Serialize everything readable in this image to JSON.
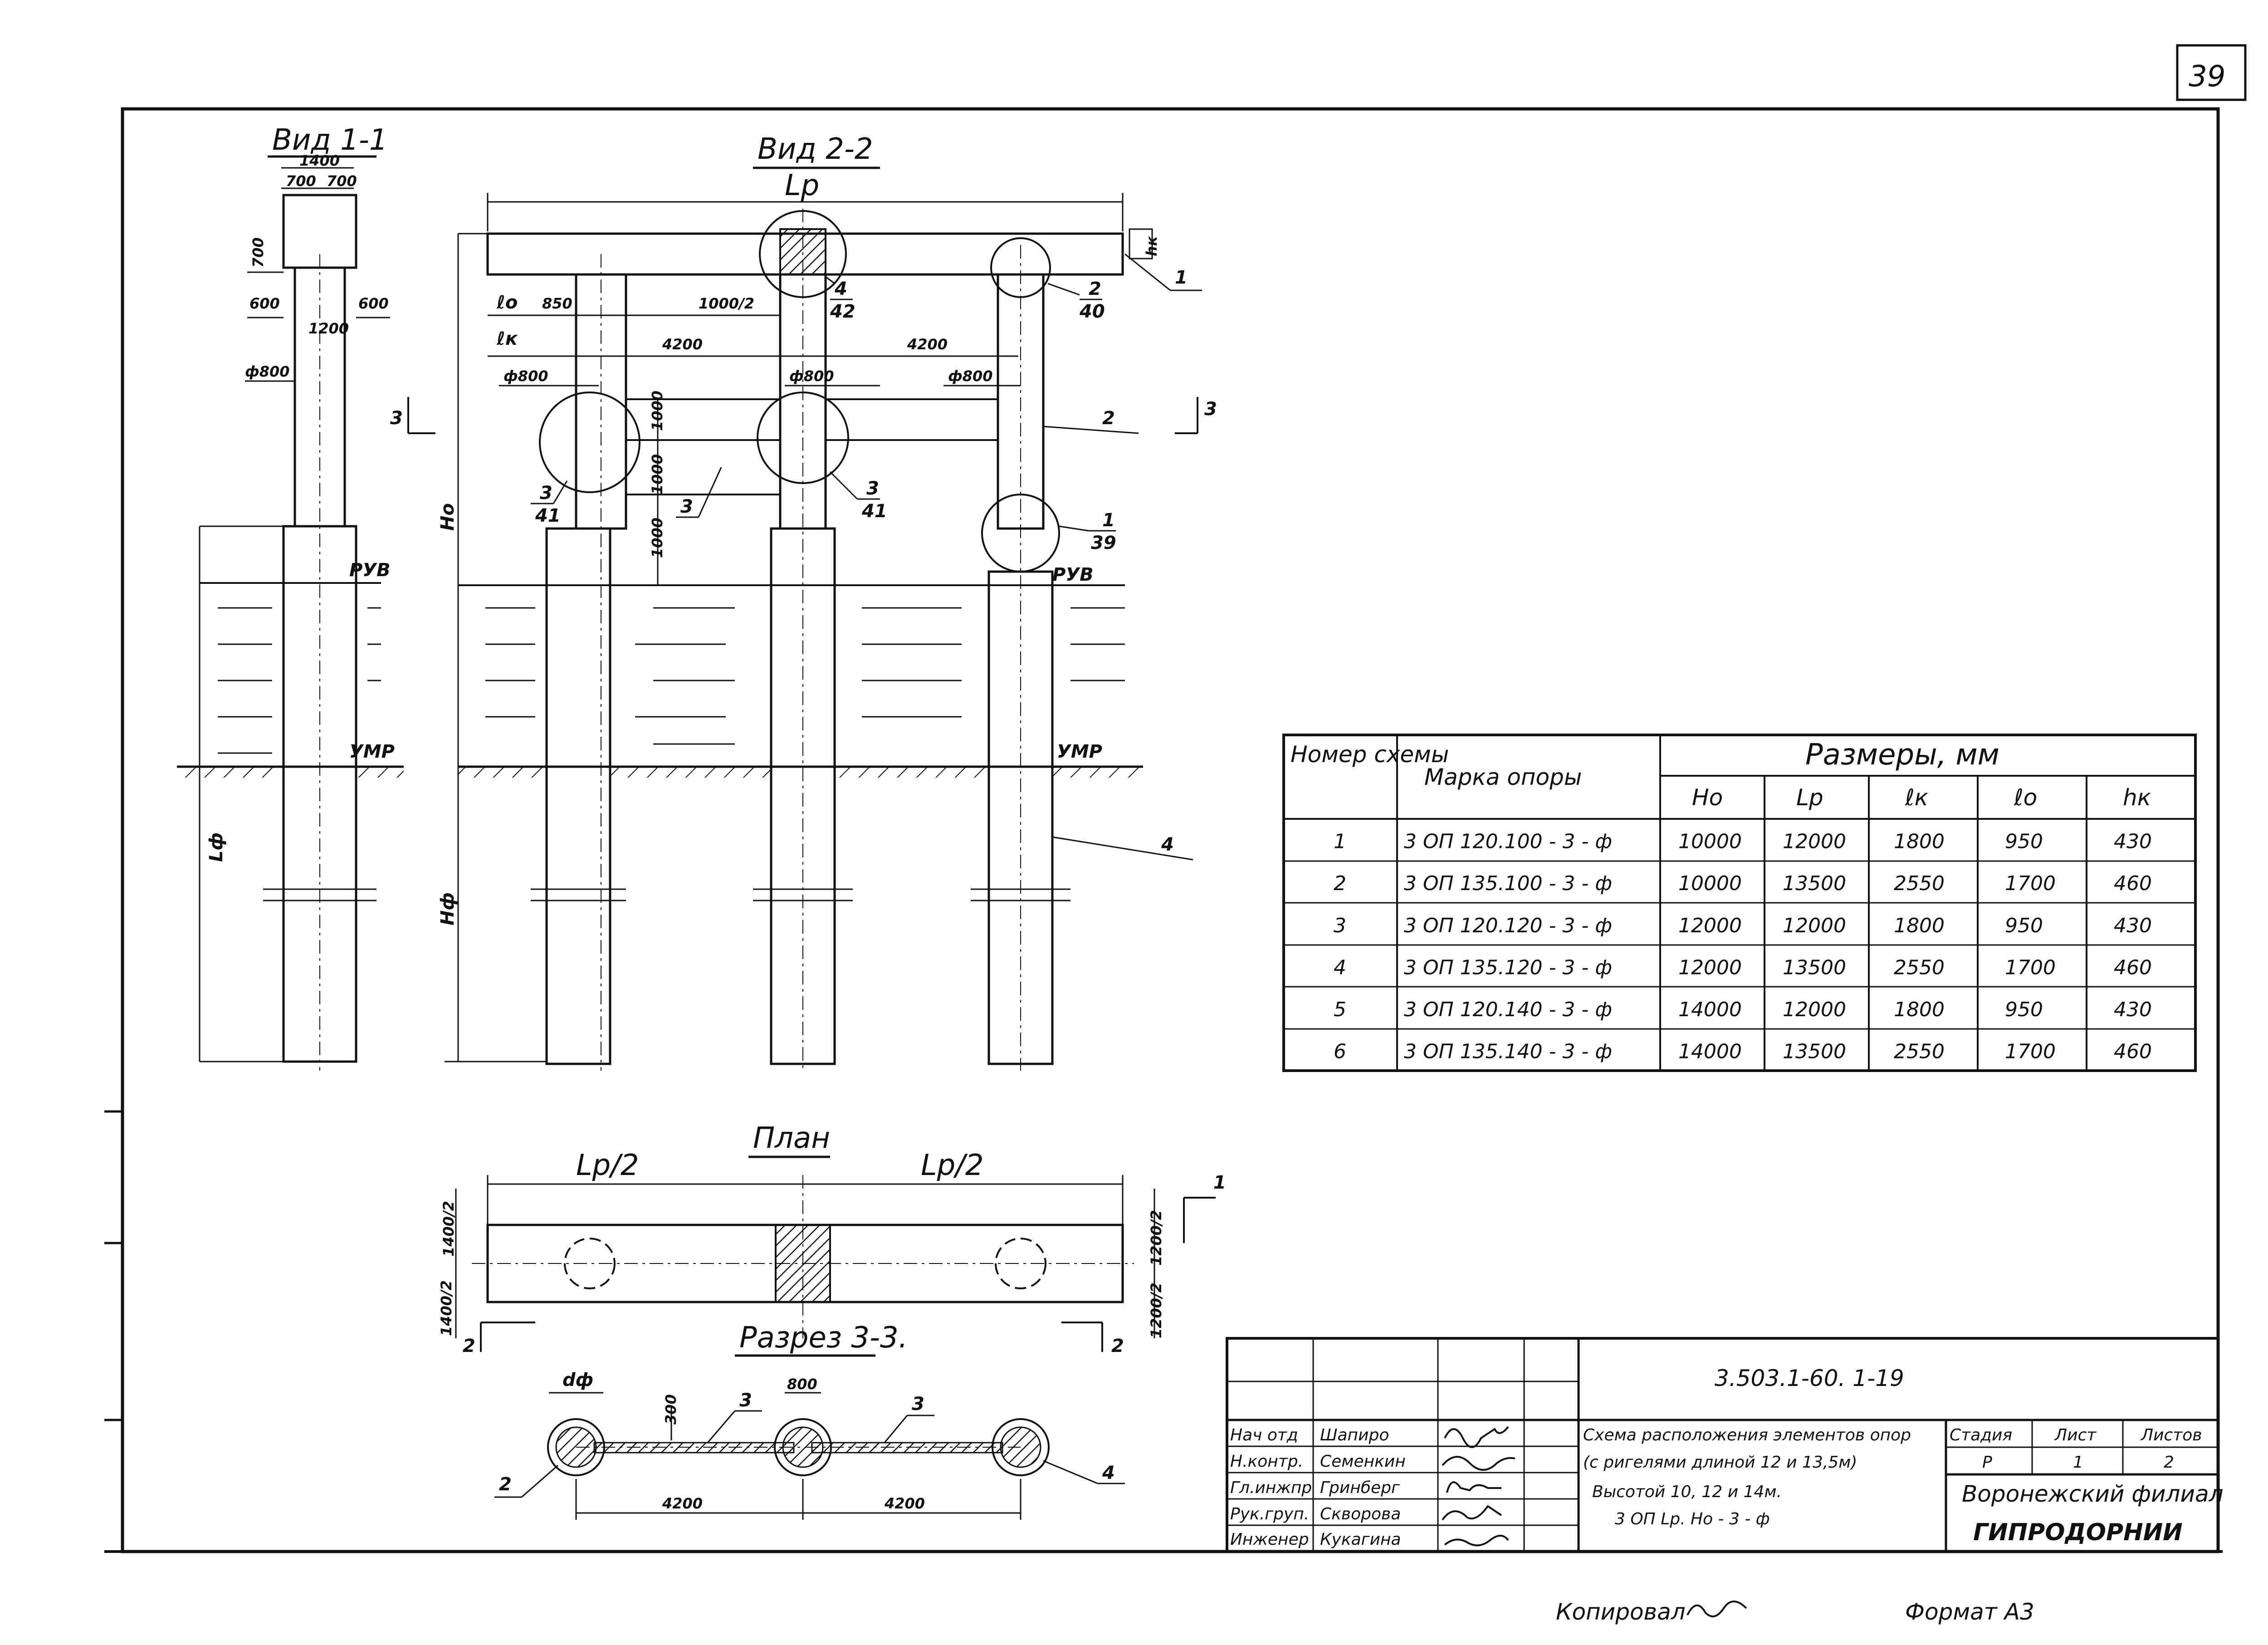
{
  "sheet_number": "39",
  "views": {
    "view_1_1": {
      "title": "Вид 1-1",
      "dims": [
        "1400",
        "700",
        "700",
        "700",
        "600",
        "600",
        "1200"
      ],
      "diameter": "ф800",
      "marks": [
        "РУВ",
        "УМР",
        "Lф"
      ]
    },
    "view_2_2": {
      "title": "Вид 2-2",
      "top_dim": "Lр",
      "dims": [
        "ℓo",
        "850",
        "1000/2",
        "ℓк",
        "4200",
        "4200",
        "1000",
        "1000",
        "1000"
      ],
      "diameters": [
        "ф800",
        "ф800",
        "ф800"
      ],
      "callouts": [
        {
          "num": "4",
          "sheet": "42"
        },
        {
          "num": "2",
          "sheet": "40"
        },
        {
          "num": "3",
          "sheet": "41"
        },
        {
          "num": "3",
          "sheet": "41"
        },
        {
          "num": "1",
          "sheet": "39"
        }
      ],
      "leaders": [
        "1",
        "2",
        "3",
        "4"
      ],
      "section_mark": "3",
      "marks": [
        "Но",
        "Нф",
        "РУВ",
        "УМР",
        "hк"
      ]
    },
    "plan": {
      "title": "План",
      "dims": [
        "Lp/2",
        "Lp/2",
        "1400/2",
        "1400/2",
        "1200/2",
        "1200/2"
      ],
      "section_marks": [
        "1",
        "2",
        "2"
      ]
    },
    "section_3_3": {
      "title": "Разрез 3-3.",
      "dims": [
        "dф",
        "800",
        "300",
        "4200",
        "4200"
      ],
      "leaders": [
        "2",
        "3",
        "3",
        "4"
      ]
    }
  },
  "table": {
    "headers": {
      "scheme": "Номер схемы",
      "mark": "Марка опоры",
      "sizes": "Размеры, мм"
    },
    "sub_headers": [
      "Но",
      "Lр",
      "ℓк",
      "ℓo",
      "hк"
    ],
    "rows": [
      {
        "n": "1",
        "mark": "3 ОП 120.100 - 3 - ф",
        "vals": [
          "10000",
          "12000",
          "1800",
          "950",
          "430"
        ]
      },
      {
        "n": "2",
        "mark": "3 ОП 135.100 - 3 - ф",
        "vals": [
          "10000",
          "13500",
          "2550",
          "1700",
          "460"
        ]
      },
      {
        "n": "3",
        "mark": "3 ОП 120.120 - 3 - ф",
        "vals": [
          "12000",
          "12000",
          "1800",
          "950",
          "430"
        ]
      },
      {
        "n": "4",
        "mark": "3 ОП 135.120 - 3 - ф",
        "vals": [
          "12000",
          "13500",
          "2550",
          "1700",
          "460"
        ]
      },
      {
        "n": "5",
        "mark": "3 ОП 120.140 - 3 - ф",
        "vals": [
          "14000",
          "12000",
          "1800",
          "950",
          "430"
        ]
      },
      {
        "n": "6",
        "mark": "3 ОП 135.140 - 3 - ф",
        "vals": [
          "14000",
          "13500",
          "2550",
          "1700",
          "460"
        ]
      }
    ]
  },
  "stamp": {
    "doc_code": "3.503.1-60. 1-19",
    "roles": [
      {
        "role": "Нач отд",
        "name": "Шапиро"
      },
      {
        "role": "Н.контр.",
        "name": "Семенкин"
      },
      {
        "role": "Гл.инжпр",
        "name": "Гринберг"
      },
      {
        "role": "Рук.груп.",
        "name": "Скворова"
      },
      {
        "role": "Инженер",
        "name": "Кукагина"
      }
    ],
    "title_lines": [
      "Схема расположения элементов опор",
      "(с ригелями длиной 12 и 13,5м)",
      "Высотой 10, 12 и 14м.",
      "3 ОП Lр. Но - 3 - ф"
    ],
    "stage_label": "Стадия",
    "sheet_label": "Лист",
    "sheets_label": "Листов",
    "stage": "Р",
    "sheet": "1",
    "sheets": "2",
    "org_branch": "Воронежский филиал",
    "org_name": "ГИПРОДОРНИИ"
  },
  "footer": {
    "copied": "Копировал",
    "format": "Формат А3"
  }
}
